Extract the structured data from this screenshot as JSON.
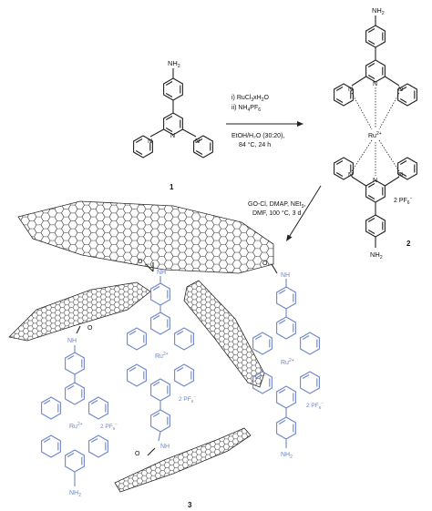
{
  "compound1": {
    "label": "1",
    "amine": "NH",
    "amine_sub": "2"
  },
  "compound2": {
    "label": "2",
    "amine_top": "NH",
    "amine_top_sub": "2",
    "amine_bot": "NH",
    "amine_bot_sub": "2",
    "metal": "Ru",
    "metal_charge": "2+",
    "counter_ion": "2 PF",
    "counter_ion_sub": "6",
    "counter_ion_charge": "−"
  },
  "compound3": {
    "label": "3",
    "amide": "NH",
    "amine": "NH",
    "amine_sub": "2",
    "metal": "Ru",
    "metal_charge": "2+",
    "counter_ion": "2 PF",
    "counter_ion_sub": "6",
    "counter_ion_charge": "−"
  },
  "step1": {
    "reagent1_prefix": "i) RuCl",
    "reagent1_sub": "3",
    "reagent1_suffix": "xH",
    "reagent1_sub2": "2",
    "reagent1_end": "O",
    "reagent2_prefix": "ii) NH",
    "reagent2_sub": "4",
    "reagent2_mid": "PF",
    "reagent2_sub2": "6",
    "solvent": "EtOH/H₂O (30:20),",
    "conditions": "84 °C, 24 h"
  },
  "step2": {
    "reagents": "GO-Cl, DMAP, NEt",
    "reagents_sub": "3",
    "reagents_end": ",",
    "conditions": "DMF, 100 °C, 3 d"
  },
  "atoms": {
    "N": "N",
    "O": "O"
  },
  "colors": {
    "ink": "#111111",
    "blue": "#6f86c9"
  }
}
